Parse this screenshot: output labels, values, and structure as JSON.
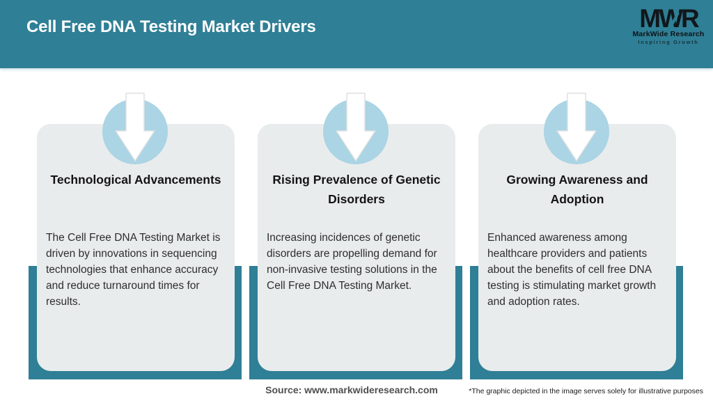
{
  "header": {
    "title": "Cell Free DNA Testing Market Drivers"
  },
  "logo": {
    "acronym": "MWR",
    "name": "MarkWide Research",
    "tagline": "Inspiring Growth"
  },
  "drivers": [
    {
      "title": "Technological Advancements",
      "description": "The Cell Free DNA Testing Market is driven by innovations in sequencing technologies that enhance accuracy and reduce turnaround times for results."
    },
    {
      "title": "Rising Prevalence of Genetic Disorders",
      "description": "Increasing incidences of genetic disorders are propelling demand for non-invasive testing solutions in the Cell Free DNA Testing Market."
    },
    {
      "title": "Growing Awareness and Adoption",
      "description": "Enhanced awareness among healthcare providers and patients about the benefits of cell free DNA testing is stimulating market growth and adoption rates."
    }
  ],
  "footer": {
    "source": "Source: www.markwideresearch.com",
    "disclaimer": "*The graphic depicted in the image serves solely for illustrative purposes"
  },
  "colors": {
    "teal": "#2F7F96",
    "circle_blue": "#ABD4E4",
    "card_grey": "#E9ECED",
    "arrow_white": "#FFFFFF"
  },
  "icons": {
    "card_icon": "down-arrow-icon"
  }
}
